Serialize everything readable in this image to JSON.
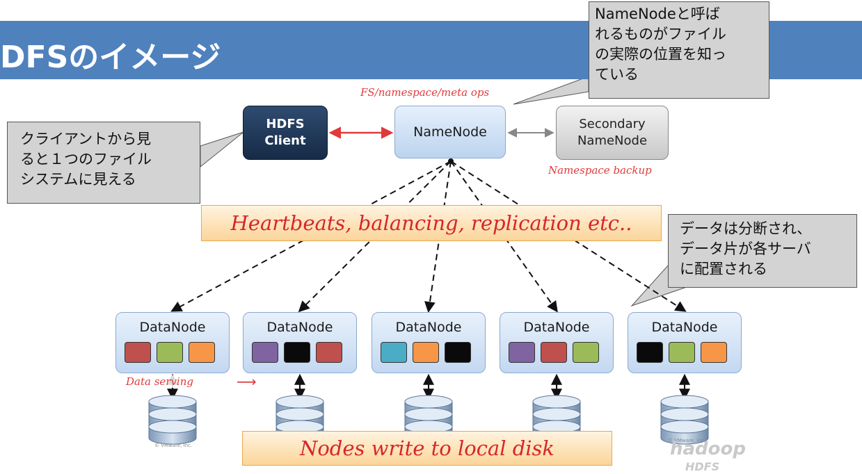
{
  "title": "DFSのイメージ",
  "namenode_box": {
    "label": "NameNode"
  },
  "client_box": {
    "line1": "HDFS",
    "line2": "Client"
  },
  "secondary_box": {
    "line1": "Secondary",
    "line2": "NameNode"
  },
  "labels": {
    "fs_namespace": "FS/namespace/meta ops",
    "namespace_backup": "Namespace backup",
    "data_serving": "Data serving",
    "heartbeats": "Heartbeats, balancing, replication etc..",
    "local_disk": "Nodes write to local disk"
  },
  "callouts": {
    "namenode": "NameNodeと呼ば\nれるものがファイル\nの実際の位置を知っ\nている",
    "client": "クライアントから見\nると１つのファイル\nシステムに見える",
    "data": "データは分断され、\nデータ片が各サーバ\nに配置される"
  },
  "datanodes": [
    {
      "label": "DataNode",
      "blocks": [
        "red",
        "green",
        "orange"
      ]
    },
    {
      "label": "DataNode",
      "blocks": [
        "purple",
        "black",
        "red"
      ]
    },
    {
      "label": "DataNode",
      "blocks": [
        "teal",
        "orange",
        "black"
      ]
    },
    {
      "label": "DataNode",
      "blocks": [
        "purple",
        "red",
        "green"
      ]
    },
    {
      "label": "DataNode",
      "blocks": [
        "black",
        "green",
        "orange"
      ]
    }
  ],
  "block_colors": {
    "red": "#c0504d",
    "green": "#9bbb59",
    "orange": "#f79646",
    "purple": "#8064a2",
    "black": "#0a0a0a",
    "teal": "#4bacc6"
  },
  "colors": {
    "title_bar": "#4f81bd",
    "accent_red": "#e03a3a"
  },
  "watermarks": {
    "vmware": "© VMware, Inc.",
    "hadoop": "hadoop",
    "hdfs": "HDFS"
  }
}
